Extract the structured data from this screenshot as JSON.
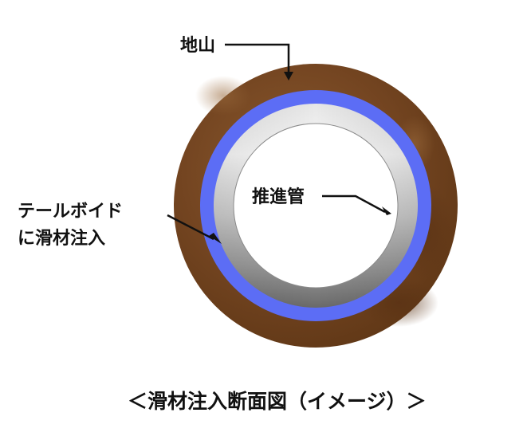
{
  "labels": {
    "ground": "地山",
    "pipe": "推進管",
    "void_line1": "テールボイド",
    "void_line2": "に滑材注入"
  },
  "caption": "＜滑材注入断面図（イメージ）＞",
  "colors": {
    "ground": "#7a4a22",
    "lubricant": "#5c6df5",
    "pipe_light": "#f2f2f2",
    "pipe_dark": "#6e6e6e",
    "interior": "#ffffff",
    "text": "#111111"
  }
}
